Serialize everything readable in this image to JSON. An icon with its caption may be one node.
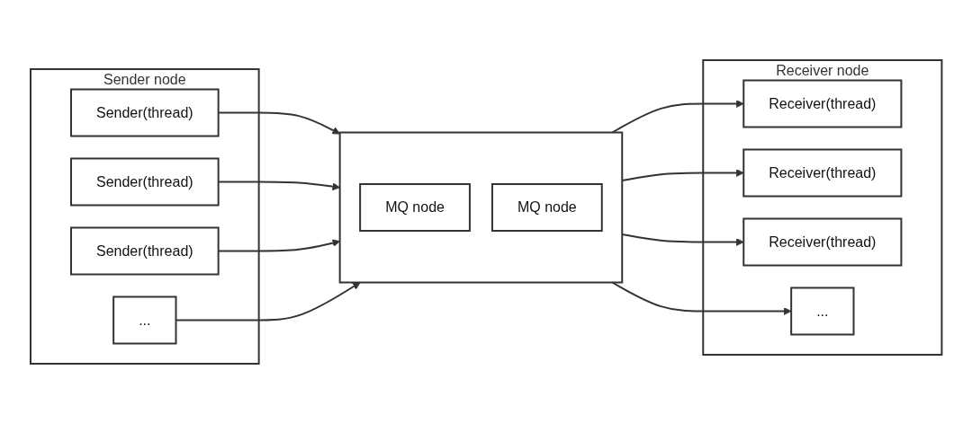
{
  "diagram": {
    "nodes": [
      {
        "text": [
          "Sender node"
        ]
      },
      {
        "text": [
          "Sender(thread)"
        ],
        "in": 0
      },
      {
        "text": [
          "Sender(thread)"
        ],
        "in": 0
      },
      {
        "text": [
          "Sender(thread)"
        ],
        "in": 0
      },
      {
        "text": [
          "..."
        ],
        "in": 0
      },
      {
        "text": [],
        "shape": "box"
      },
      {
        "text": [
          "MQ node"
        ],
        "in": 5
      },
      {
        "text": [
          "MQ node"
        ],
        "in": 5
      },
      {
        "text": [
          "Receiver node"
        ]
      },
      {
        "text": [
          "Receiver(thread)"
        ],
        "in": 8
      },
      {
        "text": [
          "Receiver(thread)"
        ],
        "in": 8
      },
      {
        "text": [
          "Receiver(thread)"
        ],
        "in": 8
      },
      {
        "text": [
          "..."
        ],
        "in": 8
      }
    ],
    "edges": [
      {
        "from": 1,
        "to": 5,
        "arrow": "to"
      },
      {
        "from": 2,
        "to": 5,
        "arrow": "to"
      },
      {
        "from": 3,
        "to": 5,
        "arrow": "to"
      },
      {
        "from": 4,
        "to": 5,
        "arrow": "to"
      },
      {
        "from": 5,
        "to": 9,
        "arrow": "to"
      },
      {
        "from": 5,
        "to": 10,
        "arrow": "to"
      },
      {
        "from": 5,
        "to": 11,
        "arrow": "to"
      },
      {
        "from": 5,
        "to": 12,
        "arrow": "to"
      }
    ]
  }
}
